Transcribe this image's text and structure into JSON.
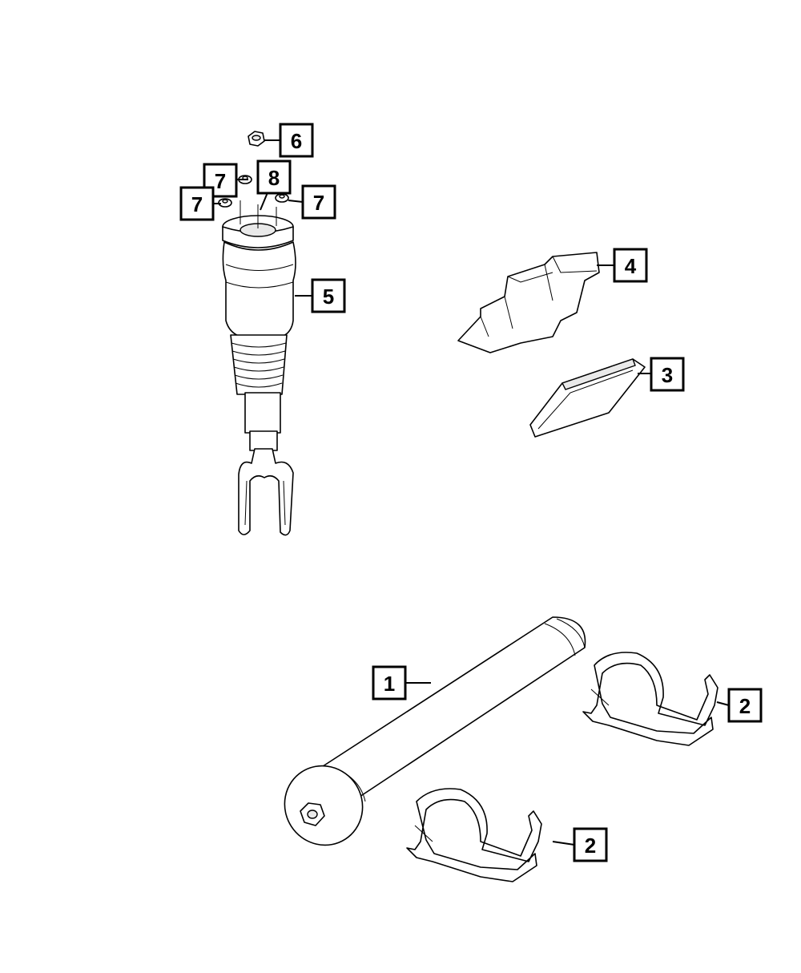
{
  "callouts": [
    {
      "id": "callout-1",
      "label": "1"
    },
    {
      "id": "callout-2a",
      "label": "2"
    },
    {
      "id": "callout-2b",
      "label": "2"
    },
    {
      "id": "callout-3",
      "label": "3"
    },
    {
      "id": "callout-4",
      "label": "4"
    },
    {
      "id": "callout-5",
      "label": "5"
    },
    {
      "id": "callout-6",
      "label": "6"
    },
    {
      "id": "callout-7a",
      "label": "7"
    },
    {
      "id": "callout-7b",
      "label": "7"
    },
    {
      "id": "callout-7c",
      "label": "7"
    },
    {
      "id": "callout-8",
      "label": "8"
    }
  ]
}
